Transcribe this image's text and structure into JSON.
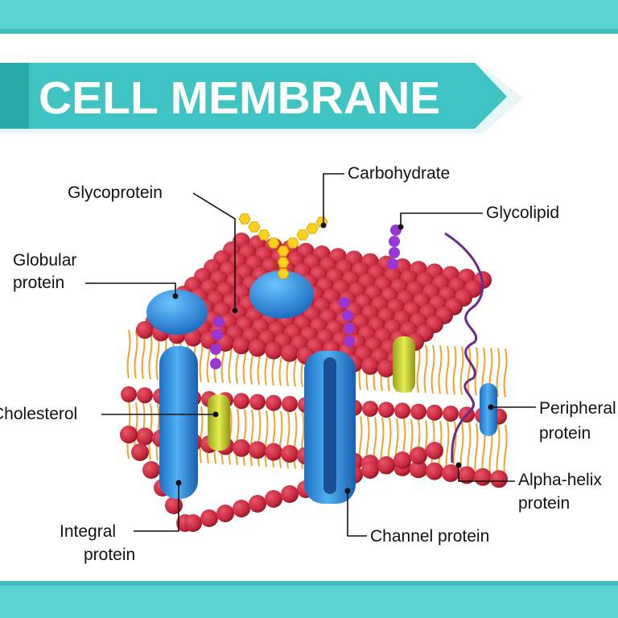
{
  "title": "CELL MEMBRANE",
  "colors": {
    "band": "#5bd3d3",
    "band_dark": "#43bcbc",
    "banner": "#3fc3c3",
    "phospholipid_head": "#c8283c",
    "lipid_tail": "#f2a12a",
    "protein": "#2d8fe0",
    "cholesterol": "#c9d32c",
    "carbohydrate": "#ffd11a",
    "glycolipid": "#9a35d6",
    "alpha_helix": "#6a2a8c"
  },
  "labels": {
    "carbohydrate": "Carbohydrate",
    "glycoprotein": "Glycoprotein",
    "glycolipid": "Glycolipid",
    "globular_1": "Globular",
    "globular_2": "protein",
    "cholesterol": "Cholesterol",
    "peripheral_1": "Peripheral",
    "peripheral_2": "protein",
    "alpha_1": "Alpha-helix",
    "alpha_2": "protein",
    "integral_1": "Integral",
    "integral_2": "protein",
    "channel": "Channel protein"
  }
}
